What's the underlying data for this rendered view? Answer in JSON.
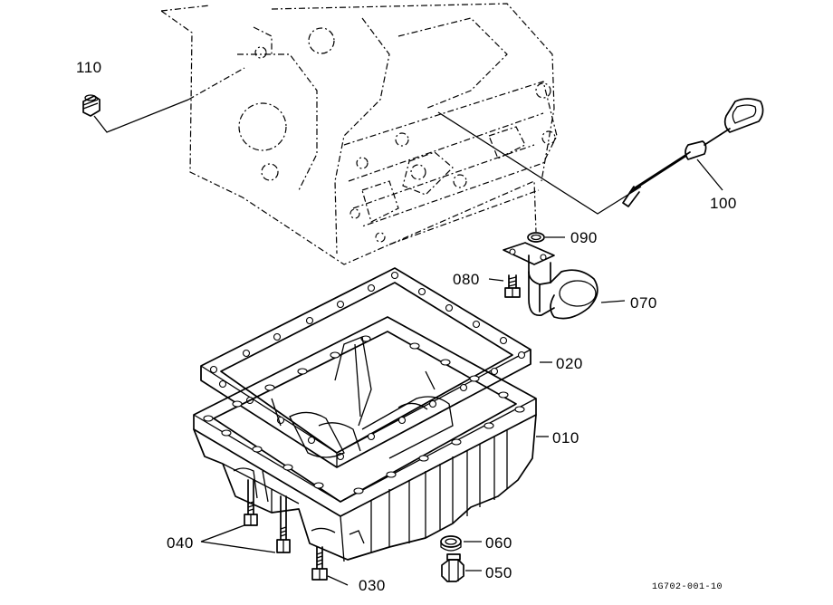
{
  "callouts": {
    "p110": "110",
    "p100": "100",
    "p090": "090",
    "p080": "080",
    "p070": "070",
    "p020": "020",
    "p010": "010",
    "p040": "040",
    "p060": "060",
    "p050": "050",
    "p030": "030"
  },
  "drawing_code": "1G702-001-10"
}
